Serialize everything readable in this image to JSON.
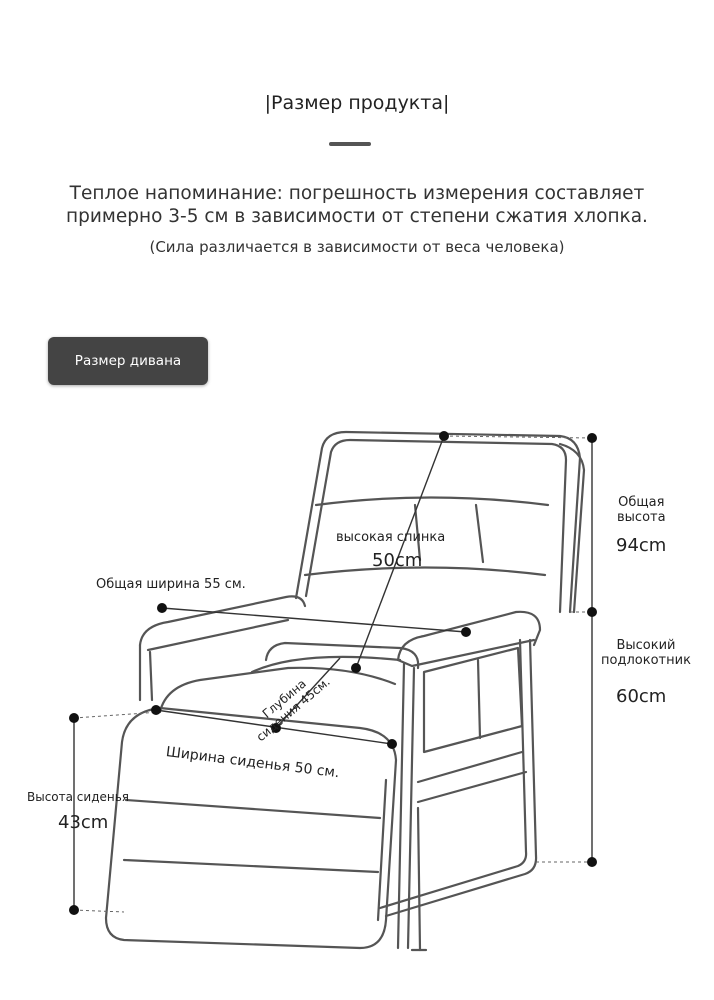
{
  "header": {
    "title": "|Размер продукта|",
    "note_line1": "Теплое напоминание: погрешность измерения составляет",
    "note_line2": "примерно 3-5 см в зависимости от степени сжатия хлопка.",
    "note_line3": "(Сила различается в зависимости от веса человека)"
  },
  "tab": {
    "label": "Размер дивана"
  },
  "dimensions": {
    "backrest_label": "высокая спинка",
    "backrest_value": "50cm",
    "total_width_label": "Общая ширина 55 см.",
    "depth_line1": "Глубина",
    "depth_line2": "сидения 45см.",
    "seat_width_label": "Ширина сиденья 50 см.",
    "seat_height_label": "Высота сиденья",
    "seat_height_value": "43cm",
    "total_height_line1": "Общая",
    "total_height_line2": "высота",
    "total_height_value": "94cm",
    "armrest_line1": "Высокий",
    "armrest_line2": "подлокотник",
    "armrest_value": "60cm"
  }
}
